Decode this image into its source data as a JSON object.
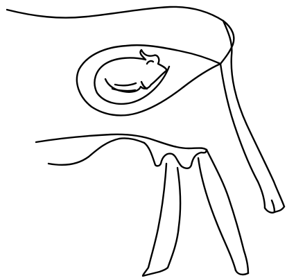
{
  "figure": {
    "stroke_color": "#000000",
    "background_color": "#ffffff",
    "parts": [
      "back-line",
      "rear-leg",
      "uterus-outline",
      "fetal-calf",
      "belly-line",
      "udder",
      "hind-leg"
    ]
  }
}
